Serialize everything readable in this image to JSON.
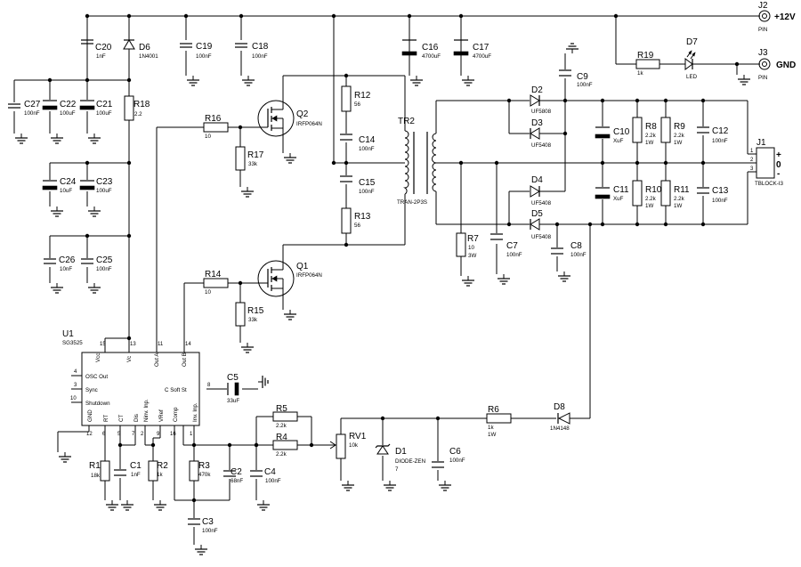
{
  "components": {
    "C20": {
      "ref": "C20",
      "value": "1nF"
    },
    "D6": {
      "ref": "D6",
      "value": "1N4001"
    },
    "C19": {
      "ref": "C19",
      "value": "100nF"
    },
    "C18": {
      "ref": "C18",
      "value": "100nF"
    },
    "C16": {
      "ref": "C16",
      "value": "4700uF"
    },
    "C17": {
      "ref": "C17",
      "value": "4700uF"
    },
    "C27": {
      "ref": "C27",
      "value": "100nF"
    },
    "C22": {
      "ref": "C22",
      "value": "100uF"
    },
    "C21": {
      "ref": "C21",
      "value": "100uF"
    },
    "R18": {
      "ref": "R18",
      "value": "2.2"
    },
    "C24": {
      "ref": "C24",
      "value": "10uF"
    },
    "C23": {
      "ref": "C23",
      "value": "100uF"
    },
    "C26": {
      "ref": "C26",
      "value": "10nF"
    },
    "C25": {
      "ref": "C25",
      "value": "100nF"
    },
    "R16": {
      "ref": "R16",
      "value": "10"
    },
    "R17": {
      "ref": "R17",
      "value": "33k"
    },
    "Q2": {
      "ref": "Q2",
      "value": "IRFP064N"
    },
    "R12": {
      "ref": "R12",
      "value": "56"
    },
    "C14": {
      "ref": "C14",
      "value": "100nF"
    },
    "C15": {
      "ref": "C15",
      "value": "100nF"
    },
    "R13": {
      "ref": "R13",
      "value": "56"
    },
    "TR2": {
      "ref": "TR2",
      "value": "TRAN-2P3S"
    },
    "R14": {
      "ref": "R14",
      "value": "10"
    },
    "R15": {
      "ref": "R15",
      "value": "33k"
    },
    "Q1": {
      "ref": "Q1",
      "value": "IRFP064N"
    },
    "R19": {
      "ref": "R19",
      "value": "1k"
    },
    "D7": {
      "ref": "D7",
      "value": "LED"
    },
    "C9": {
      "ref": "C9",
      "value": "100nF"
    },
    "D2": {
      "ref": "D2",
      "value": "UF5808"
    },
    "D3": {
      "ref": "D3",
      "value": "UF5408"
    },
    "D4": {
      "ref": "D4",
      "value": "UF5408"
    },
    "D5": {
      "ref": "D5",
      "value": "UF5408"
    },
    "C10": {
      "ref": "C10",
      "value": "XuF"
    },
    "C11": {
      "ref": "C11",
      "value": "XuF"
    },
    "R8": {
      "ref": "R8",
      "value": "2.2k",
      "value2": "1W"
    },
    "R9": {
      "ref": "R9",
      "value": "2.2k",
      "value2": "1W"
    },
    "R10": {
      "ref": "R10",
      "value": "2.2k",
      "value2": "1W"
    },
    "R11": {
      "ref": "R11",
      "value": "2.2k",
      "value2": "1W"
    },
    "C12": {
      "ref": "C12",
      "value": "100nF"
    },
    "C13": {
      "ref": "C13",
      "value": "100nF"
    },
    "R7": {
      "ref": "R7",
      "value": "10",
      "value2": "3W"
    },
    "C7": {
      "ref": "C7",
      "value": "100nF"
    },
    "C8": {
      "ref": "C8",
      "value": "100nF"
    },
    "C5": {
      "ref": "C5",
      "value": "33uF"
    },
    "R5": {
      "ref": "R5",
      "value": "2.2k"
    },
    "R4": {
      "ref": "R4",
      "value": "2.2k"
    },
    "RV1": {
      "ref": "RV1",
      "value": "10k"
    },
    "D1": {
      "ref": "D1",
      "value": "DIODE-ZEN",
      "value2": "7"
    },
    "C6": {
      "ref": "C6",
      "value": "100nF"
    },
    "R6": {
      "ref": "R6",
      "value": "1k",
      "value2": "1W"
    },
    "D8": {
      "ref": "D8",
      "value": "1N4148"
    },
    "R1": {
      "ref": "R1",
      "value": "18k"
    },
    "C1": {
      "ref": "C1",
      "value": "1nF"
    },
    "R2": {
      "ref": "R2",
      "value": "1k"
    },
    "R3": {
      "ref": "R3",
      "value": "470k"
    },
    "C2": {
      "ref": "C2",
      "value": "68nF"
    },
    "C4": {
      "ref": "C4",
      "value": "100nF"
    },
    "C3": {
      "ref": "C3",
      "value": "100nF"
    }
  },
  "connectors": {
    "J2": {
      "ref": "J2",
      "type": "PIN",
      "net": "+12V"
    },
    "J3": {
      "ref": "J3",
      "type": "PIN",
      "net": "GND"
    },
    "J1": {
      "ref": "J1",
      "type": "TBLOCK-I3",
      "pins": [
        "1",
        "2",
        "3"
      ],
      "marks": [
        "+",
        "0",
        "-"
      ]
    }
  },
  "ic": {
    "ref": "U1",
    "part": "SG3525",
    "top_pins": [
      {
        "num": "15",
        "name": "Vcc"
      },
      {
        "num": "13",
        "name": "Vc"
      },
      {
        "num": "11",
        "name": "Out A"
      },
      {
        "num": "14",
        "name": "Out B"
      }
    ],
    "left_pins": [
      {
        "num": "4",
        "name": "OSC Out"
      },
      {
        "num": "3",
        "name": "Sync"
      },
      {
        "num": "10",
        "name": "Shutdown"
      }
    ],
    "right_pins": [
      {
        "num": "8",
        "name": "C Soft St"
      }
    ],
    "bottom_pins": [
      {
        "num": "12",
        "name": "GND"
      },
      {
        "num": "6",
        "name": "RT"
      },
      {
        "num": "5",
        "name": "CT"
      },
      {
        "num": "7",
        "name": "Dis"
      },
      {
        "num": "2",
        "name": "Ninv. Inp."
      },
      {
        "num": "9",
        "name": "VRef"
      },
      {
        "num": "16",
        "name": "Comp"
      },
      {
        "num": "1",
        "name": "Inv. Inp."
      }
    ]
  }
}
